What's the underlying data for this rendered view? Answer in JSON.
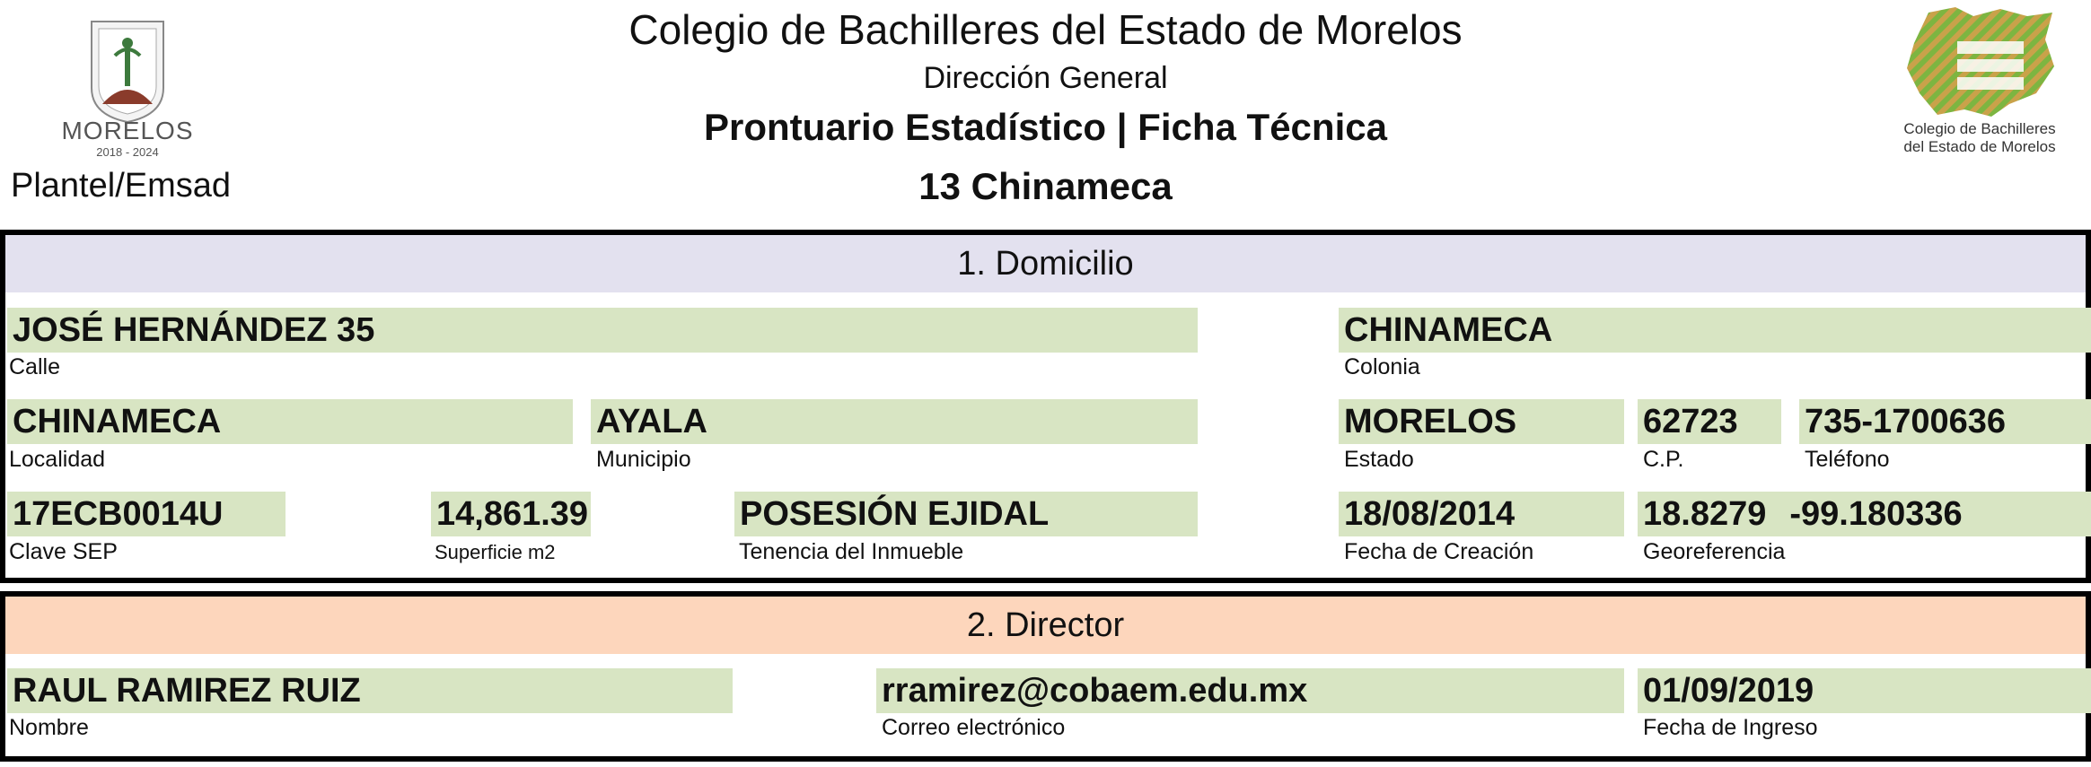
{
  "header": {
    "title": "Colegio de Bachilleres del Estado de Morelos",
    "subtitle": "Dirección General",
    "report_title": "Prontuario Estadístico | Ficha Técnica",
    "campus": "13 Chinameca",
    "plantel_label": "Plantel/Emsad",
    "left_logo_text": "MORELOS",
    "left_logo_years": "2018 - 2024",
    "right_logo_line1": "Colegio de Bachilleres",
    "right_logo_line2": "del Estado de Morelos"
  },
  "domicilio": {
    "heading": "1. Domicilio",
    "calle": {
      "value": "JOSÉ HERNÁNDEZ 35",
      "label": "Calle"
    },
    "colonia": {
      "value": "CHINAMECA",
      "label": "Colonia"
    },
    "localidad": {
      "value": "CHINAMECA",
      "label": "Localidad"
    },
    "municipio": {
      "value": "AYALA",
      "label": "Municipio"
    },
    "estado": {
      "value": "MORELOS",
      "label": "Estado"
    },
    "cp": {
      "value": "62723",
      "label": "C.P."
    },
    "telefono": {
      "value": "735-1700636",
      "label": "Teléfono"
    },
    "clave_sep": {
      "value": "17ECB0014U",
      "label": "Clave SEP"
    },
    "superficie": {
      "value": "14,861.39",
      "label": "Superficie m2"
    },
    "tenencia": {
      "value": "POSESIÓN EJIDAL",
      "label": "Tenencia del Inmueble"
    },
    "fecha_creacion": {
      "value": "18/08/2014",
      "label": "Fecha de Creación"
    },
    "latitud": "18.8279",
    "longitud": "-99.180336",
    "georef_label": "Georeferencia"
  },
  "director": {
    "heading": "2. Director",
    "nombre": {
      "value": "RAUL RAMIREZ RUIZ",
      "label": "Nombre"
    },
    "correo": {
      "value": "rramirez@cobaem.edu.mx",
      "label": "Correo electrónico"
    },
    "fecha_ingreso": {
      "value": "01/09/2019",
      "label": "Fecha de Ingreso"
    }
  },
  "colors": {
    "value_bg": "#d8e5c3",
    "domicilio_head_bg": "#e3e1ef",
    "director_head_bg": "#fdd6bc",
    "logo_green": "#7db541",
    "logo_gold": "#c9a24a"
  }
}
